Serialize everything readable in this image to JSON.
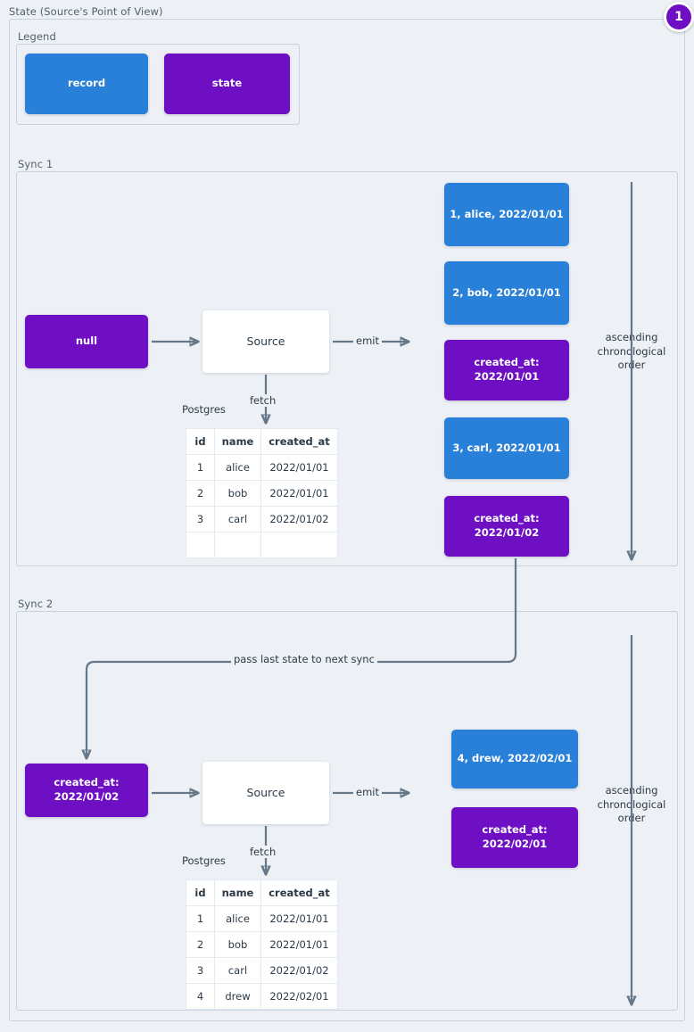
{
  "diagram": {
    "title": "State (Source's Point of View)",
    "badge": "1"
  },
  "legend": {
    "label": "Legend",
    "items": [
      {
        "label": "record",
        "color": "#2980d8",
        "kind": "record"
      },
      {
        "label": "state",
        "color": "#6f0fc4",
        "kind": "state"
      }
    ]
  },
  "colors": {
    "record": "#2980d8",
    "state": "#6f0fc4",
    "background": "#edf1f6",
    "frame": "#c6d2de",
    "wire": "#64788a",
    "text": "#2c3a47"
  },
  "syncs": [
    {
      "label": "Sync 1",
      "input_state": "null",
      "source_label": "Source",
      "db_label": "Postgres",
      "fetch_label": "fetch",
      "emit_label": "emit",
      "order_label": "ascending\nchronological\norder",
      "table": {
        "columns": [
          "id",
          "name",
          "created_at"
        ],
        "rows": [
          [
            "1",
            "alice",
            "2022/01/01"
          ],
          [
            "2",
            "bob",
            "2022/01/01"
          ],
          [
            "3",
            "carl",
            "2022/01/02"
          ],
          [
            "",
            "",
            ""
          ]
        ]
      },
      "emitted": [
        {
          "kind": "record",
          "text": "1, alice, 2022/01/01"
        },
        {
          "kind": "record",
          "text": "2, bob, 2022/01/01"
        },
        {
          "kind": "state",
          "text": "created_at:\n2022/01/01"
        },
        {
          "kind": "record",
          "text": "3, carl, 2022/01/01"
        },
        {
          "kind": "state",
          "text": "created_at:\n2022/01/02"
        }
      ]
    },
    {
      "label": "Sync 2",
      "input_state": "created_at:\n2022/01/02",
      "source_label": "Source",
      "db_label": "Postgres",
      "fetch_label": "fetch",
      "emit_label": "emit",
      "order_label": "ascending\nchronological\norder",
      "table": {
        "columns": [
          "id",
          "name",
          "created_at"
        ],
        "rows": [
          [
            "1",
            "alice",
            "2022/01/01"
          ],
          [
            "2",
            "bob",
            "2022/01/01"
          ],
          [
            "3",
            "carl",
            "2022/01/02"
          ],
          [
            "4",
            "drew",
            "2022/02/01"
          ]
        ]
      },
      "emitted": [
        {
          "kind": "record",
          "text": "4, drew, 2022/02/01"
        },
        {
          "kind": "state",
          "text": "created_at:\n2022/02/01"
        }
      ]
    }
  ],
  "connectors": {
    "pass_state_label": "pass last state to next sync"
  }
}
